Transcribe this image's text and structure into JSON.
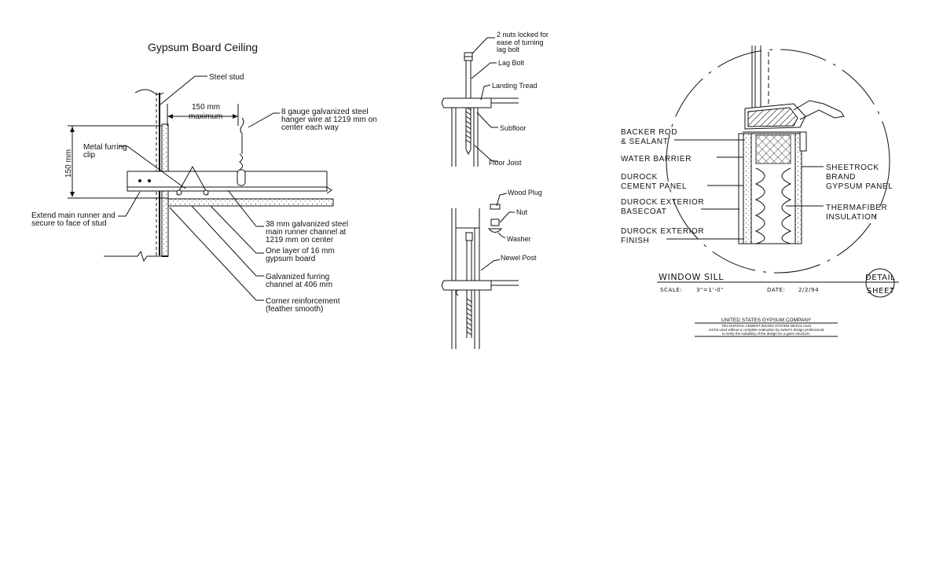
{
  "ceiling": {
    "title": "Gypsum Board Ceiling",
    "steel_stud": "Steel stud",
    "dim_150_line1": "150 mm",
    "dim_150_line2": "maximum",
    "hanger_line1": "8 gauge galvanized steel",
    "hanger_line2": "hanger wire at 1219 mm on",
    "hanger_line3": "center each way",
    "vertical_dim": "150 mm",
    "furring_clip_line1": "Metal furring",
    "furring_clip_line2": "clip",
    "extend_line1": "Extend main runner and",
    "extend_line2": "secure to face of stud",
    "runner_line1": "38 mm galvanized steel",
    "runner_line2": "main runner channel at",
    "runner_line3": "1219 mm on center",
    "layer_line1": "One layer of 16 mm",
    "layer_line2": "gypsum board",
    "furring_chan_line1": "Galvanized furring",
    "furring_chan_line2": "channel at 406 mm",
    "corner_line1": "Corner reinforcement",
    "corner_line2": "(feather smooth)"
  },
  "stair": {
    "nuts_line1": "2 nuts locked for",
    "nuts_line2": "ease of turning",
    "nuts_line3": "lag bolt",
    "lag_bolt": "Lag Bolt",
    "landing_tread": "Landing Tread",
    "subfloor": "Subfloor",
    "floor_joist": "Floor Joist",
    "wood_plug": "Wood Plug",
    "nut": "Nut",
    "washer": "Washer",
    "newel_post": "Newel Post"
  },
  "sill": {
    "backer_rod_line1": "BACKER ROD",
    "backer_rod_line2": "& SEALANT",
    "water_barrier": "WATER BARRIER",
    "durock_panel_line1": "DUROCK",
    "durock_panel_line2": "CEMENT PANEL",
    "basecoat_line1": "DUROCK EXTERIOR",
    "basecoat_line2": "BASECOAT",
    "finish_line1": "DUROCK EXTERIOR",
    "finish_line2": "FINISH",
    "sheetrock_line1": "SHEETROCK",
    "sheetrock_line2": "BRAND",
    "sheetrock_line3": "GYPSUM PANEL",
    "thermafiber_line1": "THERMAFIBER",
    "thermafiber_line2": "INSULATION",
    "window_sill": "WINDOW SILL",
    "scale_label": "SCALE:",
    "scale_value": "3\"=1'-0\"",
    "date_label": "DATE:",
    "date_value": "2/2/94",
    "detail": "DETAIL",
    "sheet": "SHEET",
    "company": "UNITED STATES GYPSUM COMPANY",
    "disclaimer_line1": "This DUROCK CEMENT BOARD SYSTEM DETAIL must",
    "disclaimer_line2": "not be used without a complete evaluation by owner's design professional",
    "disclaimer_line3": "to verify the suitability of the design for a given structure."
  }
}
